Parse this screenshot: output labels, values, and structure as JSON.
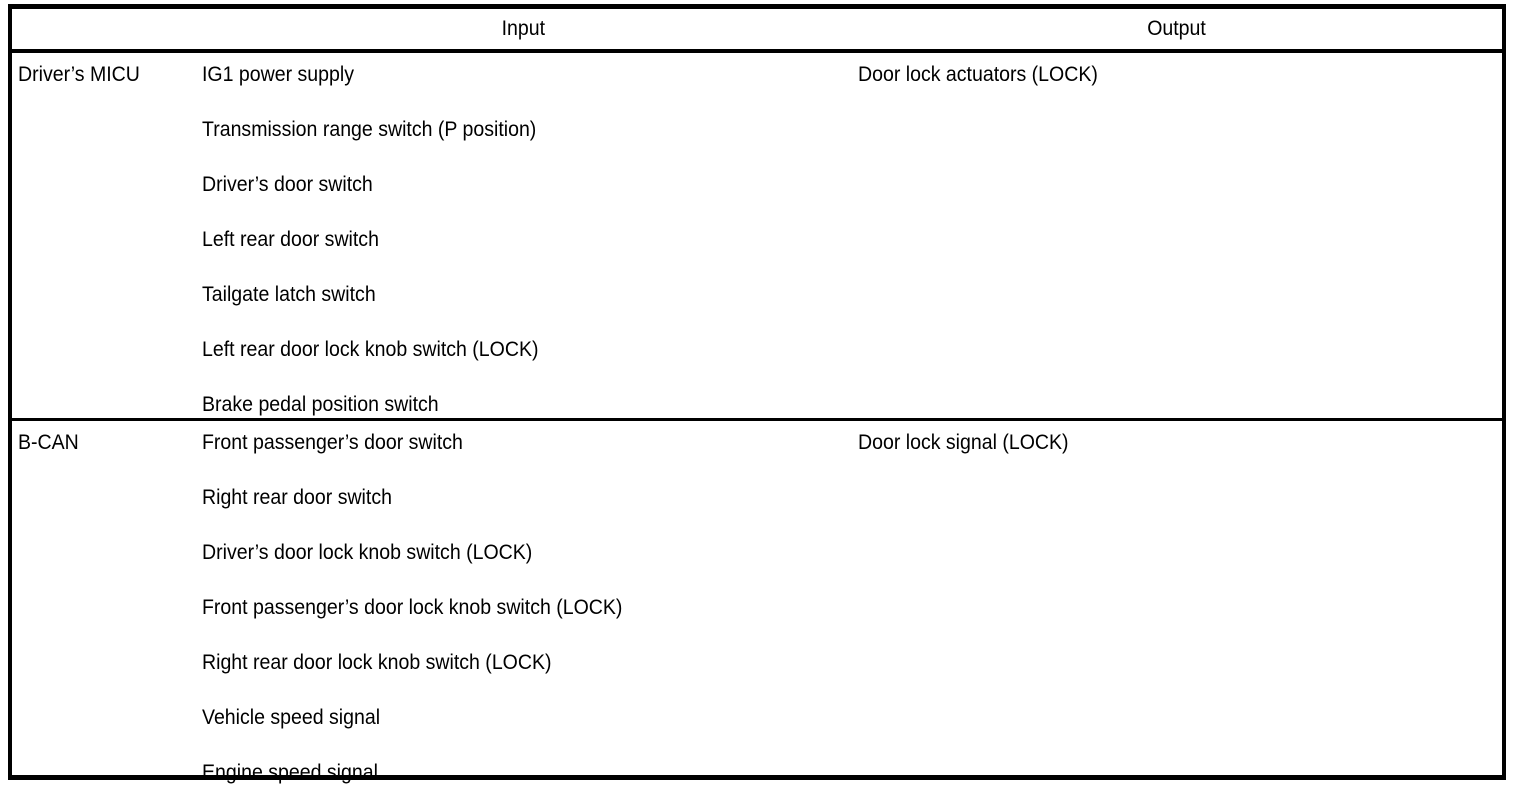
{
  "table": {
    "headers": {
      "source_column": "",
      "input_column": "Input",
      "output_column": "Output"
    },
    "groups": [
      {
        "source": "Driver’s MICU",
        "inputs": [
          "IG1 power supply",
          "Transmission range switch (P position)",
          "Driver’s door switch",
          "Left rear door switch",
          "Tailgate latch switch",
          "Left rear door lock knob switch (LOCK)",
          "Brake pedal position switch"
        ],
        "outputs": [
          "Door lock actuators (LOCK)"
        ]
      },
      {
        "source": "B-CAN",
        "inputs": [
          "Front passenger’s door switch",
          "Right rear door switch",
          "Driver’s door lock knob switch (LOCK)",
          "Front passenger’s door lock knob switch (LOCK)",
          "Right rear door lock knob switch (LOCK)",
          "Vehicle speed signal",
          "Engine speed signal"
        ],
        "outputs": [
          "Door lock signal (LOCK)"
        ]
      }
    ]
  },
  "colors": {
    "border": "#000000",
    "text": "#000000",
    "background": "#ffffff"
  }
}
